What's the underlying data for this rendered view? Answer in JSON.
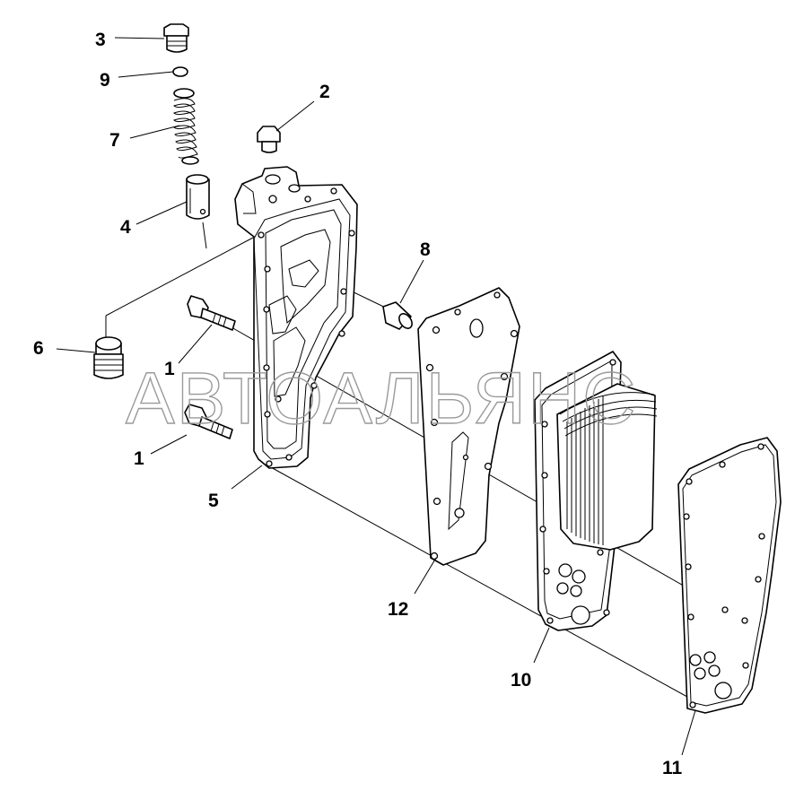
{
  "watermark": "АВТОАЛЬЯНС",
  "callouts": {
    "c1a": "1",
    "c1b": "1",
    "c2": "2",
    "c3": "3",
    "c4": "4",
    "c5": "5",
    "c6": "6",
    "c7": "7",
    "c8": "8",
    "c9": "9",
    "c10": "10",
    "c11": "11",
    "c12": "12"
  }
}
